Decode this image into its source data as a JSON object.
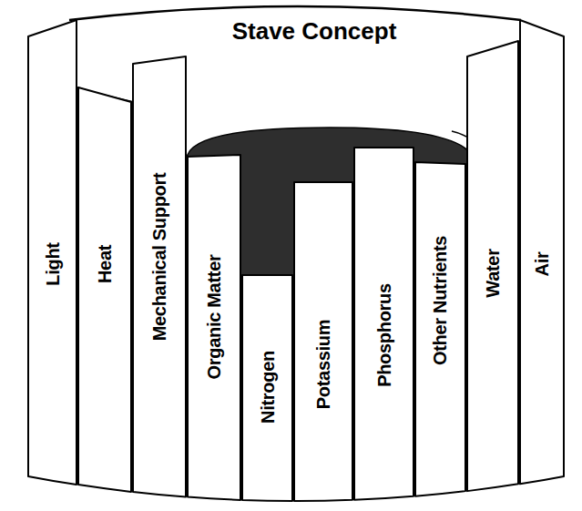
{
  "diagram": {
    "title": "Stave Concept",
    "nodes": [
      {
        "text": [
          "Light"
        ]
      },
      {
        "text": [
          "Heat"
        ]
      },
      {
        "text": [
          "Mechanical Support"
        ]
      },
      {
        "text": [
          "Organic Matter"
        ]
      },
      {
        "text": [
          "Nitrogen"
        ]
      },
      {
        "text": [
          "Potassium"
        ]
      },
      {
        "text": [
          "Phosphorus"
        ]
      },
      {
        "text": [
          "Other Nutrients"
        ]
      },
      {
        "text": [
          "Water"
        ]
      },
      {
        "text": [
          "Air"
        ]
      }
    ]
  }
}
